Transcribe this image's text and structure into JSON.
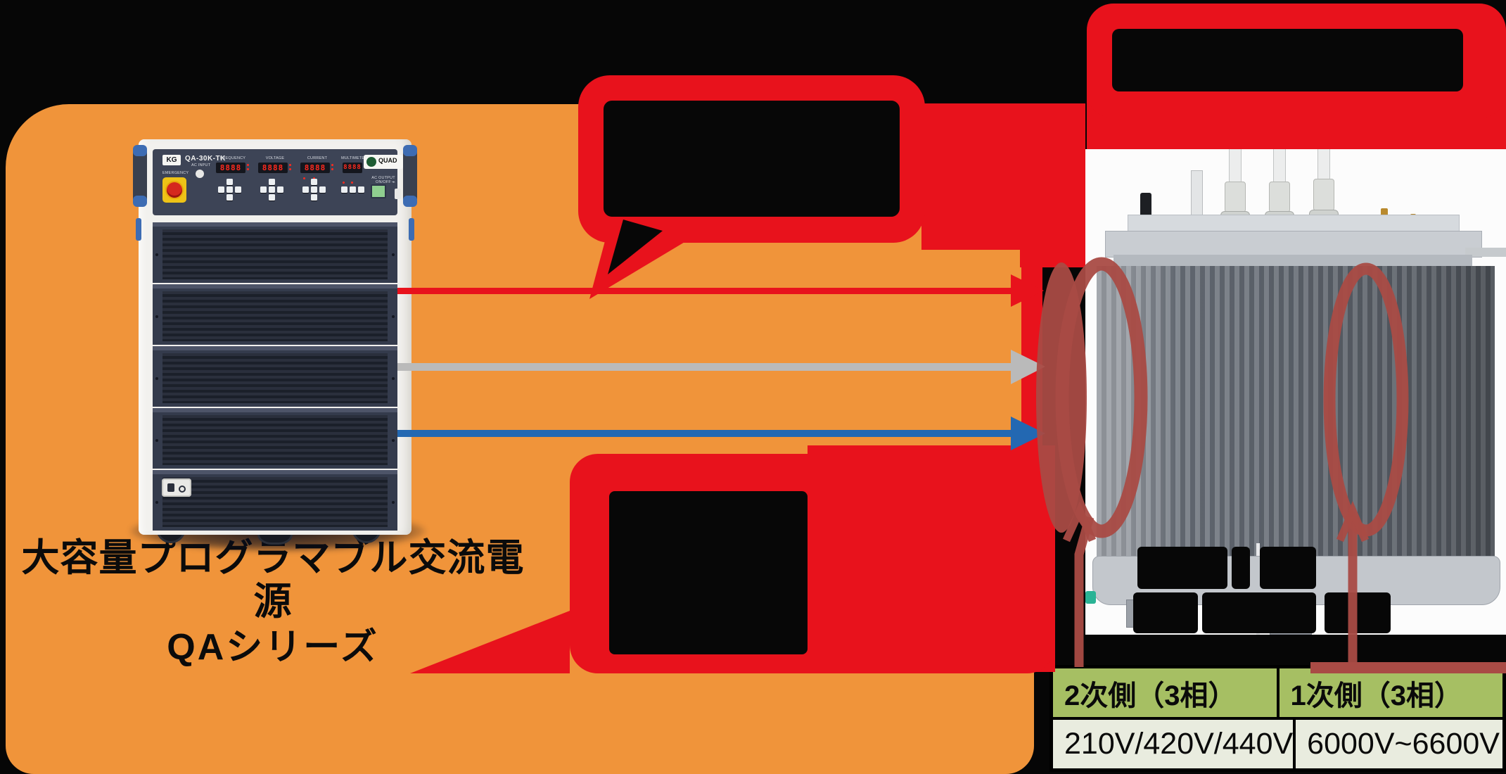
{
  "palette": {
    "background": "#060606",
    "card_orange": "#f0943a",
    "accent_red": "#e8121c",
    "highlight_dark_red": "#a94b45",
    "arrow_gray": "#bababa",
    "arrow_blue": "#2368b2",
    "table_header_green": "#a6bf63",
    "table_value_bg": "#e9ecdf"
  },
  "power_supply": {
    "caption_line1": "大容量プログラマブル交流電源",
    "caption_line2": "QAシリーズ",
    "brand_badge": "KG",
    "model": "QA-30K-TK",
    "emergency_label": "EMERGENCY",
    "ac_input_label": "AC INPUT",
    "meter_labels": [
      "FREQUENCY",
      "VOLTAGE",
      "CURRENT",
      "MULTIMETER"
    ],
    "display_value": "8888",
    "logo_text": "QUAD",
    "ac_output_label": "AC OUTPUT ON/OFF"
  },
  "connections": {
    "arrows": [
      {
        "name": "output-line-1",
        "color": "#e8121c"
      },
      {
        "name": "output-line-2",
        "color": "#bababa"
      },
      {
        "name": "output-line-3",
        "color": "#2368b2"
      }
    ]
  },
  "callouts": {
    "top_center": {
      "text": ""
    },
    "bottom_center": {
      "text": ""
    },
    "top_right_title": {
      "text": ""
    }
  },
  "spec_table": {
    "columns": [
      {
        "header": "2次側（3相）",
        "value": "210V/420V/440V"
      },
      {
        "header": "1次側（3相）",
        "value": "6000V~6600V"
      }
    ]
  }
}
